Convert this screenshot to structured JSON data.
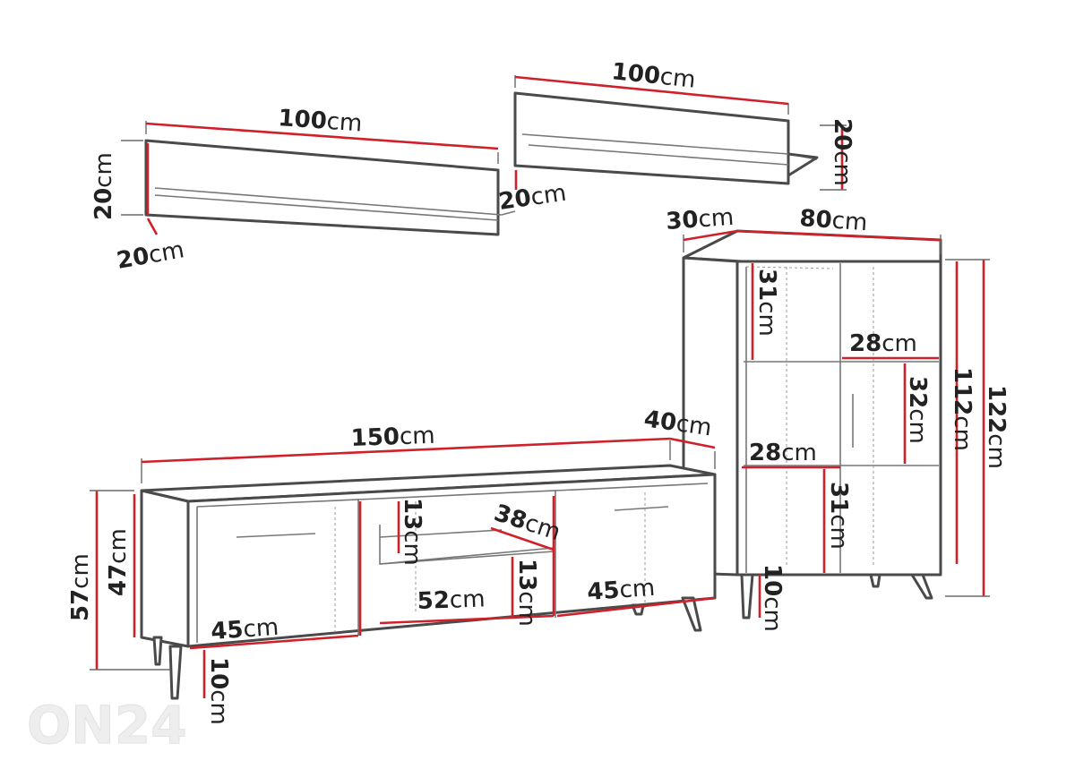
{
  "unit": "cm",
  "brand": {
    "logo": "ON24"
  },
  "dimensions": {
    "shelf_left_width": "100",
    "shelf_left_height": "20",
    "shelf_left_depth": "20",
    "shelf_right_width": "100",
    "shelf_right_height": "20",
    "shelf_right_depth": "20",
    "cabinet_depth": "30",
    "cabinet_width": "80",
    "cabinet_top_compartment": "31",
    "cabinet_shelf_width_upper": "28",
    "cabinet_mid_compartment": "32",
    "cabinet_shelf_width_lower": "28",
    "cabinet_lower_compartment": "31",
    "cabinet_body_height": "112",
    "cabinet_total_height": "122",
    "cabinet_leg_height": "10",
    "tv_width": "150",
    "tv_depth": "40",
    "tv_total_height": "57",
    "tv_body_height": "47",
    "tv_left_door_width": "45",
    "tv_niche_upper_height": "13",
    "tv_niche_depth": "38",
    "tv_niche_lower_height": "13",
    "tv_niche_width": "52",
    "tv_right_door_width": "45",
    "tv_leg_height": "10"
  }
}
